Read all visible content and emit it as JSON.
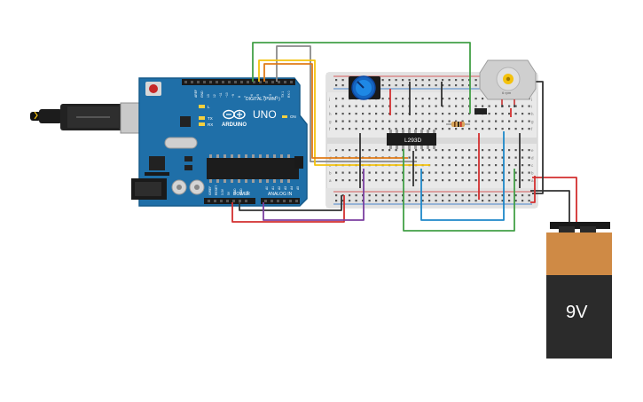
{
  "arduino": {
    "brand": "ARDUINO",
    "model": "UNO",
    "digital_header": "DIGITAL (PWM~)",
    "power_header": "POWER",
    "analog_header": "ANALOG IN",
    "led_l": "L",
    "led_tx": "TX",
    "led_rx": "RX",
    "led_on": "ON",
    "digital_pins": [
      "AREF",
      "GND",
      "13",
      "12",
      "~11",
      "~10",
      "~9",
      "8",
      "7",
      "~6",
      "~5",
      "4",
      "~3",
      "2",
      "TX 1",
      "RX 0"
    ],
    "power_pins": [
      "IOREF",
      "RESET",
      "3.3V",
      "5V",
      "GND",
      "GND",
      "Vin"
    ],
    "analog_pins": [
      "A0",
      "A1",
      "A2",
      "A3",
      "A4",
      "A5"
    ]
  },
  "chip": {
    "label": "L293D"
  },
  "motor": {
    "label": "6 rpm"
  },
  "battery": {
    "label": "9V"
  },
  "breadboard": {
    "row_letters_top": [
      "j",
      "i",
      "h",
      "g",
      "f"
    ],
    "row_letters_bottom": [
      "e",
      "d",
      "c",
      "b",
      "a"
    ]
  },
  "colors": {
    "board": "#1f6fa8",
    "breadboard": "#e9e9e9",
    "wire_red": "#d32f2f",
    "wire_black": "#333333",
    "wire_green": "#43a047",
    "wire_yellow": "#f4c20d",
    "wire_orange": "#e07b18",
    "wire_gray": "#8a8a8a",
    "wire_purple": "#7b3fa0",
    "wire_blue": "#1e88c9",
    "battery_top": "#cf8a45",
    "battery_body": "#2b2b2b"
  }
}
